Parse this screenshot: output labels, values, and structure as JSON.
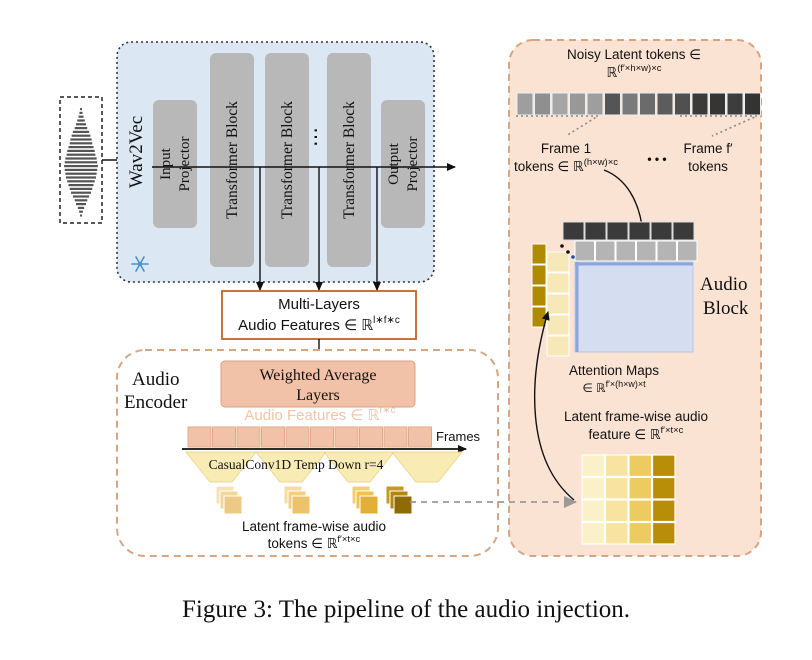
{
  "caption": "Figure 3: The pipeline of the audio injection.",
  "wav2vec": {
    "title": "Wav2Vec",
    "input_projector": [
      "Input",
      "Projector"
    ],
    "transformer_blocks": [
      "Transformer Block",
      "Transformer Block",
      "Transformer Block"
    ],
    "ellipsis": "⋯",
    "output_projector": [
      "Output",
      "Projector"
    ],
    "frozen_icon": "snowflake-icon"
  },
  "multi_layers": {
    "line1": "Multi-Layers",
    "line2": "Audio Features ∈ ℝ",
    "sup": "l∗f∗c"
  },
  "audio_encoder": {
    "title_line1": "Audio",
    "title_line2": "Encoder",
    "weighted_line1": "Weighted Average",
    "weighted_line2": "Layers",
    "features_label": "Audio Features ∈ ℝ",
    "features_sup": "f∗c",
    "frames_label": "Frames",
    "conv_label": "CasualConv1D Temp Down r=4",
    "latent_line1": "Latent frame-wise audio",
    "latent_line2": "tokens ∈ ℝ",
    "latent_sup": "f′×t×c"
  },
  "audio_block": {
    "noisy_line1": "Noisy Latent tokens ∈",
    "noisy_line2": "ℝ",
    "noisy_sup": "(f′×h×w)×c",
    "frame1_line1": "Frame 1",
    "frame1_line2": "tokens ∈ ℝ",
    "frame1_sup": "(h×w)×c",
    "dots": "• • •",
    "framef_line1": "Frame f′",
    "framef_line2": "tokens",
    "title_line1": "Audio",
    "title_line2": "Block",
    "attention_line1": "Attention Maps",
    "attention_line2": "∈ ℝ",
    "attention_sup": "f′×(h×w)×t",
    "latent_line1": "Latent frame-wise audio",
    "latent_line2": "feature ∈ ℝ",
    "latent_sup": "f′×t×c"
  },
  "colors": {
    "panel_blue": "#dce7f4",
    "gray_block": "#b8b8b8",
    "panel_peach": "#fbe3d3",
    "dashed_orange": "#d6a684",
    "salmon": "#f2c2a8",
    "gold_dark": "#b08a00"
  }
}
